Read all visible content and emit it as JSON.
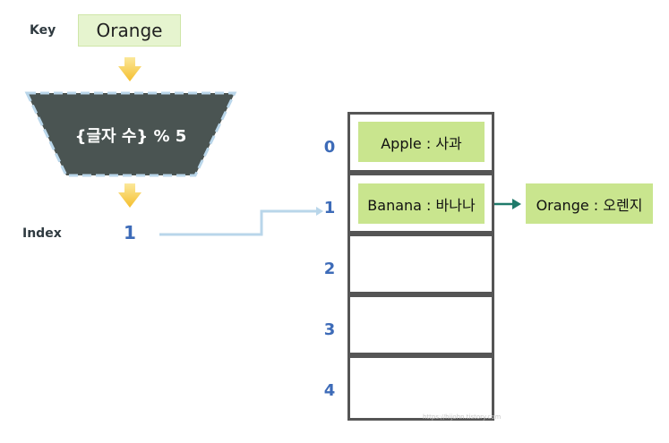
{
  "key": {
    "label": "Key",
    "value": "Orange"
  },
  "hash": {
    "formula": "{글자 수} % 5"
  },
  "index": {
    "label": "Index",
    "value": "1"
  },
  "table": {
    "rows": [
      {
        "index": "0",
        "entry": "Apple : 사과"
      },
      {
        "index": "1",
        "entry": "Banana : 바나나"
      },
      {
        "index": "2",
        "entry": ""
      },
      {
        "index": "3",
        "entry": ""
      },
      {
        "index": "4",
        "entry": ""
      }
    ]
  },
  "chain": {
    "entry": "Orange : 오렌지"
  },
  "watermark": "https://hijohn.tistory.com",
  "colors": {
    "entry_fill": "#c9e58e",
    "key_fill": "#e6f4cf",
    "hash_fill": "#4a5452",
    "arrow_yellow": "#f7c842",
    "index_blue": "#3d6bb8",
    "connector_blue": "#b9d6ea",
    "chain_teal": "#1f7a6a"
  }
}
